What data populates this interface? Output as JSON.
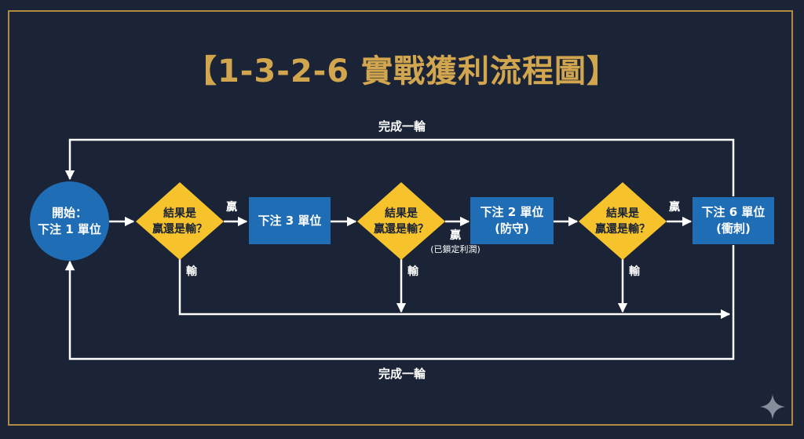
{
  "title": "【1-3-2-6 實戰獲利流程圖】",
  "nodes": {
    "start": "開始：\n下注 1 單位",
    "decision_1": "結果是\n贏還是輸？",
    "bet_3": "下注 3 單位",
    "decision_2": "結果是\n贏還是輸？",
    "bet_2": "下注 2 單位\n(防守)",
    "decision_3": "結果是\n贏還是輸？",
    "bet_6": "下注 6 單位\n(衝刺)"
  },
  "labels": {
    "win_1": "贏",
    "win_2": "贏",
    "win_2_note": "(已鎖定利潤)",
    "win_3": "贏",
    "lose_1": "輸",
    "lose_2": "輸",
    "lose_3": "輸",
    "complete_top": "完成一輪",
    "complete_bottom": "完成一輪"
  },
  "colors": {
    "background": "#1b2436",
    "gold": "#d2a64f",
    "node_blue": "#1f6db5",
    "diamond_yellow": "#f6c32d",
    "line": "#ffffff"
  },
  "icons": {
    "corner": "sparkle-icon"
  }
}
